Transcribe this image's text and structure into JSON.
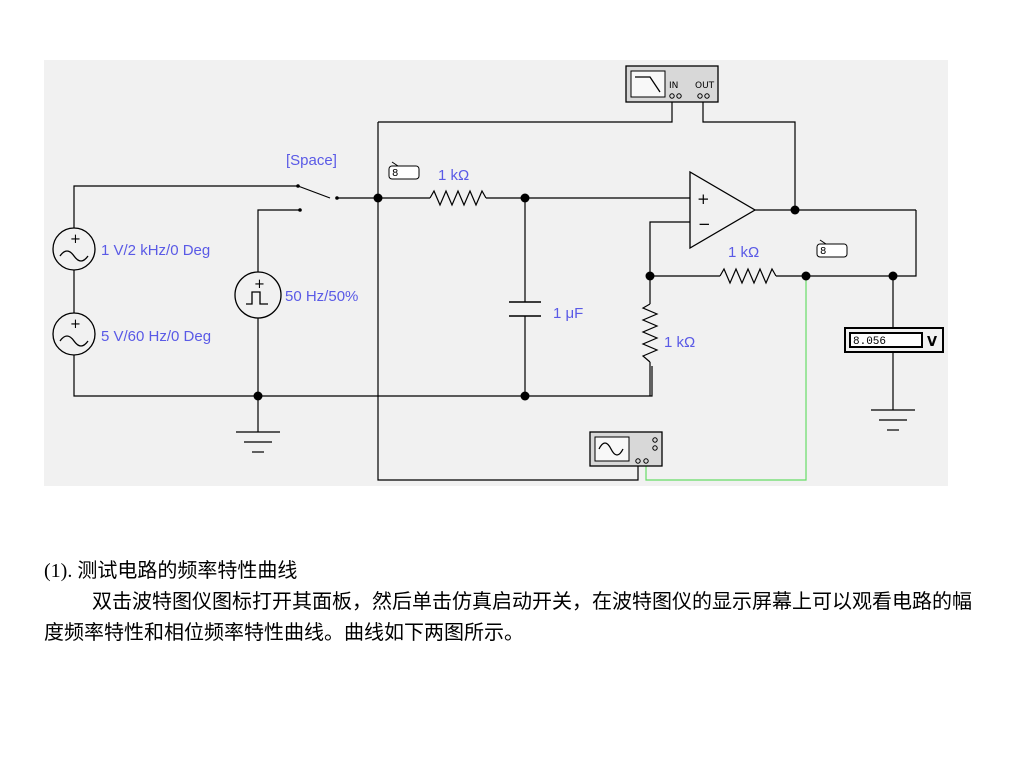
{
  "schematic": {
    "colors": {
      "background": "#f1f1f1",
      "wire": "#000000",
      "label": "#5a5ae6",
      "probe_wire": "#66dd66"
    },
    "switch_key_label": "[Space]",
    "source_top_label": "1 V/2 kHz/0 Deg",
    "source_bottom_label": "5 V/60 Hz/0 Deg",
    "square_source_label": "50 Hz/50%",
    "r_input_label": "1 kΩ",
    "capacitor_label": "1 μF",
    "r_feedback_label": "1 kΩ",
    "r_ground_label": "1 kΩ",
    "voltmeter_reading": "8.056",
    "voltmeter_unit": "V",
    "bode_in_label": "IN",
    "bode_out_label": "OUT",
    "opamp_plus": "+",
    "opamp_minus": "−"
  },
  "caption": {
    "heading": "(1). 测试电路的频率特性曲线",
    "body": "双击波特图仪图标打开其面板，然后单击仿真启动开关，在波特图仪的显示屏幕上可以观看电路的幅度频率特性和相位频率特性曲线。曲线如下两图所示。"
  }
}
